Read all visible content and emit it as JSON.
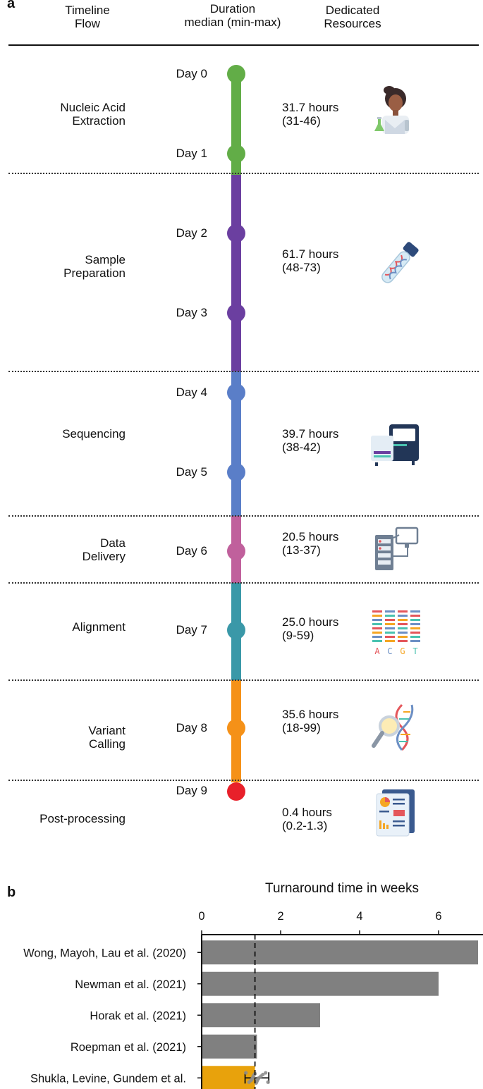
{
  "panel_a": {
    "label": "a",
    "headers": {
      "timeline": [
        "Timeline",
        "Flow"
      ],
      "duration": [
        "Duration",
        "median (min-max)"
      ],
      "resources": [
        "Dedicated",
        "Resources"
      ]
    },
    "stages": [
      {
        "name": [
          "Nucleic Acid",
          "Extraction"
        ],
        "duration": [
          "31.7 hours",
          "(31-46)"
        ],
        "color": "#62ad47",
        "icon": "scientist-icon"
      },
      {
        "name": [
          "Sample",
          "Preparation"
        ],
        "duration": [
          "61.7 hours",
          "(48-73)"
        ],
        "color": "#6b3fa0",
        "icon": "test-tube-dna-icon"
      },
      {
        "name": [
          "Sequencing"
        ],
        "duration": [
          "39.7 hours",
          "(38-42)"
        ],
        "color": "#5a7ec8",
        "icon": "sequencer-icon"
      },
      {
        "name": [
          "Data",
          "Delivery"
        ],
        "duration": [
          "20.5 hours",
          "(13-37)"
        ],
        "color": "#c0609c",
        "icon": "server-computer-icon"
      },
      {
        "name": [
          "Alignment"
        ],
        "duration": [
          "25.0 hours",
          "(9-59)"
        ],
        "color": "#3a98a8",
        "icon": "sequence-alignment-icon"
      },
      {
        "name": [
          "Variant",
          "Calling"
        ],
        "duration": [
          "35.6 hours",
          "(18-99)"
        ],
        "color": "#f59118",
        "icon": "dna-magnifier-icon"
      },
      {
        "name": [
          "Post-processing"
        ],
        "duration": [
          "0.4 hours",
          "(0.2-1.3)"
        ],
        "color": "#e8202a",
        "icon": "report-icon"
      }
    ],
    "days": [
      "Day 0",
      "Day 1",
      "Day 2",
      "Day 3",
      "Day 4",
      "Day 5",
      "Day 6",
      "Day 7",
      "Day 8",
      "Day 9"
    ],
    "day_colors": [
      "#62ad47",
      "#62ad47",
      "#6b3fa0",
      "#6b3fa0",
      "#5a7ec8",
      "#5a7ec8",
      "#c0609c",
      "#3a98a8",
      "#f59118",
      "#e8202a"
    ]
  },
  "chart_data": {
    "type": "bar",
    "orientation": "horizontal",
    "panel_label": "b",
    "title": "Turnaround time in weeks",
    "categories": [
      "Wong, Mayoh, Lau et al. (2020)",
      "Newman et al. (2021)",
      "Horak et al. (2021)",
      "Roepman et al. (2021)",
      "Shukla, Levine, Gundem et al."
    ],
    "values": [
      7.0,
      6.0,
      3.0,
      1.4,
      1.35
    ],
    "bar_colors": [
      "#808080",
      "#808080",
      "#808080",
      "#808080",
      "#e8a20c"
    ],
    "xlim": [
      0,
      7
    ],
    "xticks": [
      0,
      2,
      4,
      6
    ],
    "xtick_labels": [
      "0",
      "2",
      "4",
      "6"
    ],
    "xaxis_position": "top",
    "reference_line": {
      "x": 1.35,
      "style": "dashed"
    },
    "error_bar": {
      "category": "Shukla, Levine, Gundem et al.",
      "low": 1.1,
      "high": 1.7
    },
    "scatter_points": [
      1.12,
      1.2,
      1.25,
      1.28,
      1.3,
      1.32,
      1.35,
      1.38,
      1.4,
      1.42,
      1.45,
      1.5,
      1.55,
      1.62,
      1.68
    ]
  }
}
